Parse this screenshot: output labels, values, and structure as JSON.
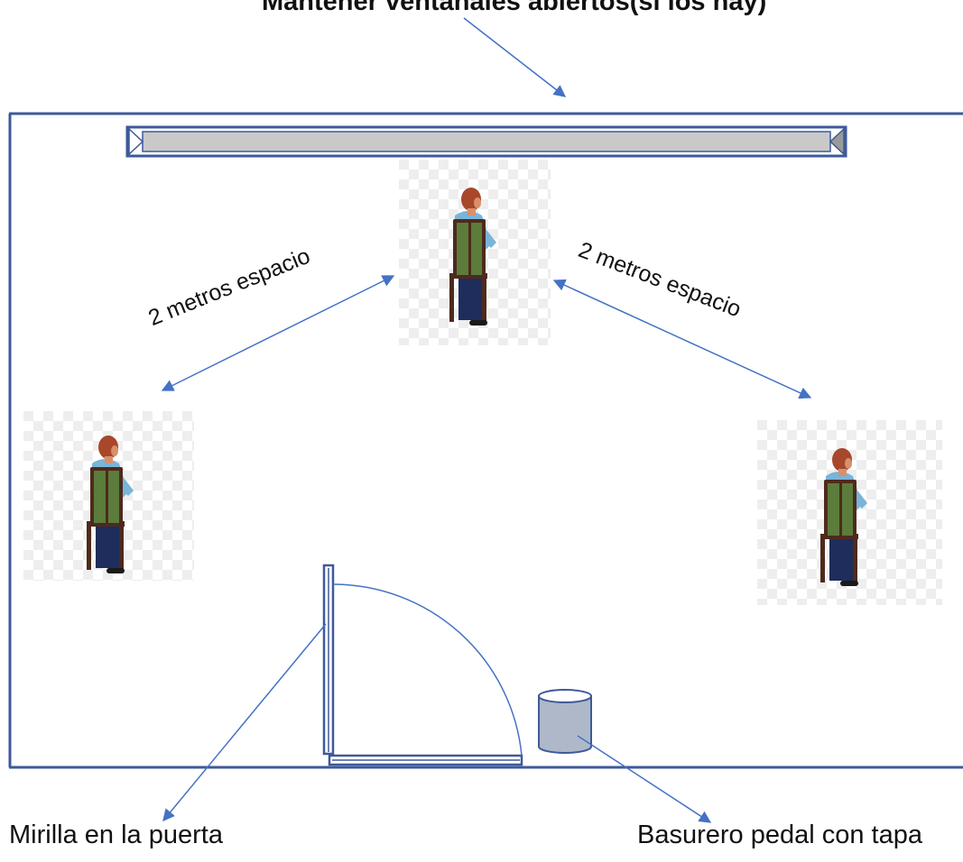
{
  "labels": {
    "top": "Mantener ventanales abiertos(si los hay)",
    "door": "Mirilla en la puerta",
    "bin": "Basurero pedal con tapa",
    "spacing_left": "2 metros espacio",
    "spacing_right": "2 metros espacio"
  },
  "colors": {
    "line": "#4472c4",
    "wall": "#3d5a99",
    "window_fill": "#c9c9c9",
    "bin_fill": "#aeb8c9",
    "chair": "#4e2a1c",
    "chair_back": "#5b7c3a",
    "shirt": "#79b4d9",
    "hair": "#a8472a",
    "skin": "#d8906a",
    "pants": "#1f2d5c",
    "checker": "#eeeeee"
  },
  "people": [
    {
      "name": "person-top"
    },
    {
      "name": "person-left"
    },
    {
      "name": "person-right"
    }
  ]
}
